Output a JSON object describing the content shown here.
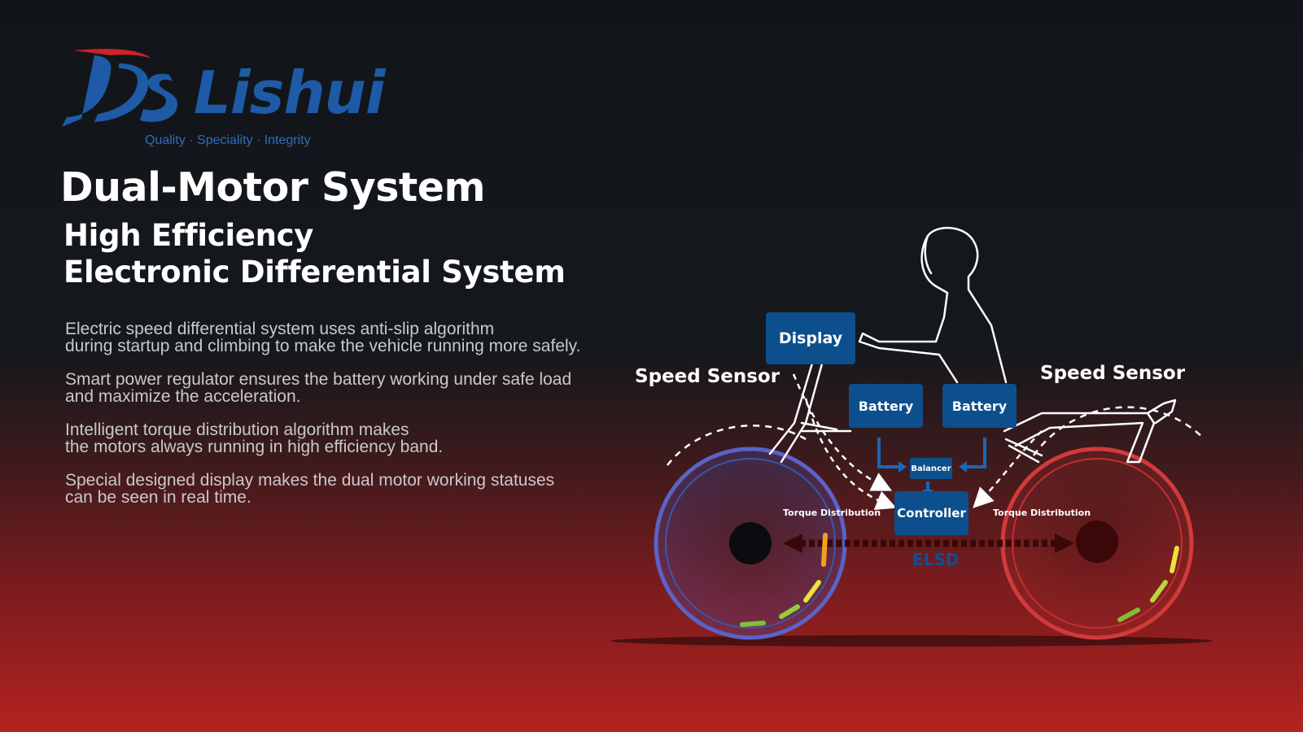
{
  "brand": {
    "name": "Lishui",
    "tagline": "Quality · Speciality · Integrity",
    "colors": {
      "primary_blue": "#1f5aa6",
      "accent_red": "#d0202a"
    }
  },
  "headline": {
    "title": "Dual-Motor System",
    "subtitle_1": "High Efficiency",
    "subtitle_2": "Electronic Differential System"
  },
  "descriptions": [
    {
      "line_1": "Electric speed differential system uses anti-slip algorithm",
      "line_2": "during startup and climbing to make the vehicle running more safely."
    },
    {
      "line_1": "Smart power regulator ensures the battery working under safe load",
      "line_2": "and maximize the acceleration."
    },
    {
      "line_1": "Intelligent torque distribution algorithm makes",
      "line_2": "the motors always running in high efficiency band."
    },
    {
      "line_1": "Special designed display makes the dual motor working statuses",
      "line_2": "can be seen in real time."
    }
  ],
  "diagram": {
    "display": "Display",
    "battery_left": "Battery",
    "battery_right": "Battery",
    "balancer": "Balancer",
    "controller": "Controller",
    "speed_sensor_left": "Speed Sensor",
    "speed_sensor_right": "Speed Sensor",
    "torque_left": "Torque Distribution",
    "torque_right": "Torque Distribution",
    "elsd": "ELSD",
    "colors": {
      "box": "#0c4f8c",
      "front_wheel": "#5b62c8",
      "rear_wheel": "#d23a3a",
      "arrow_green": "#7fbf3a",
      "arrow_yellow": "#e8e23a",
      "arrow_orange": "#f0a020"
    }
  }
}
